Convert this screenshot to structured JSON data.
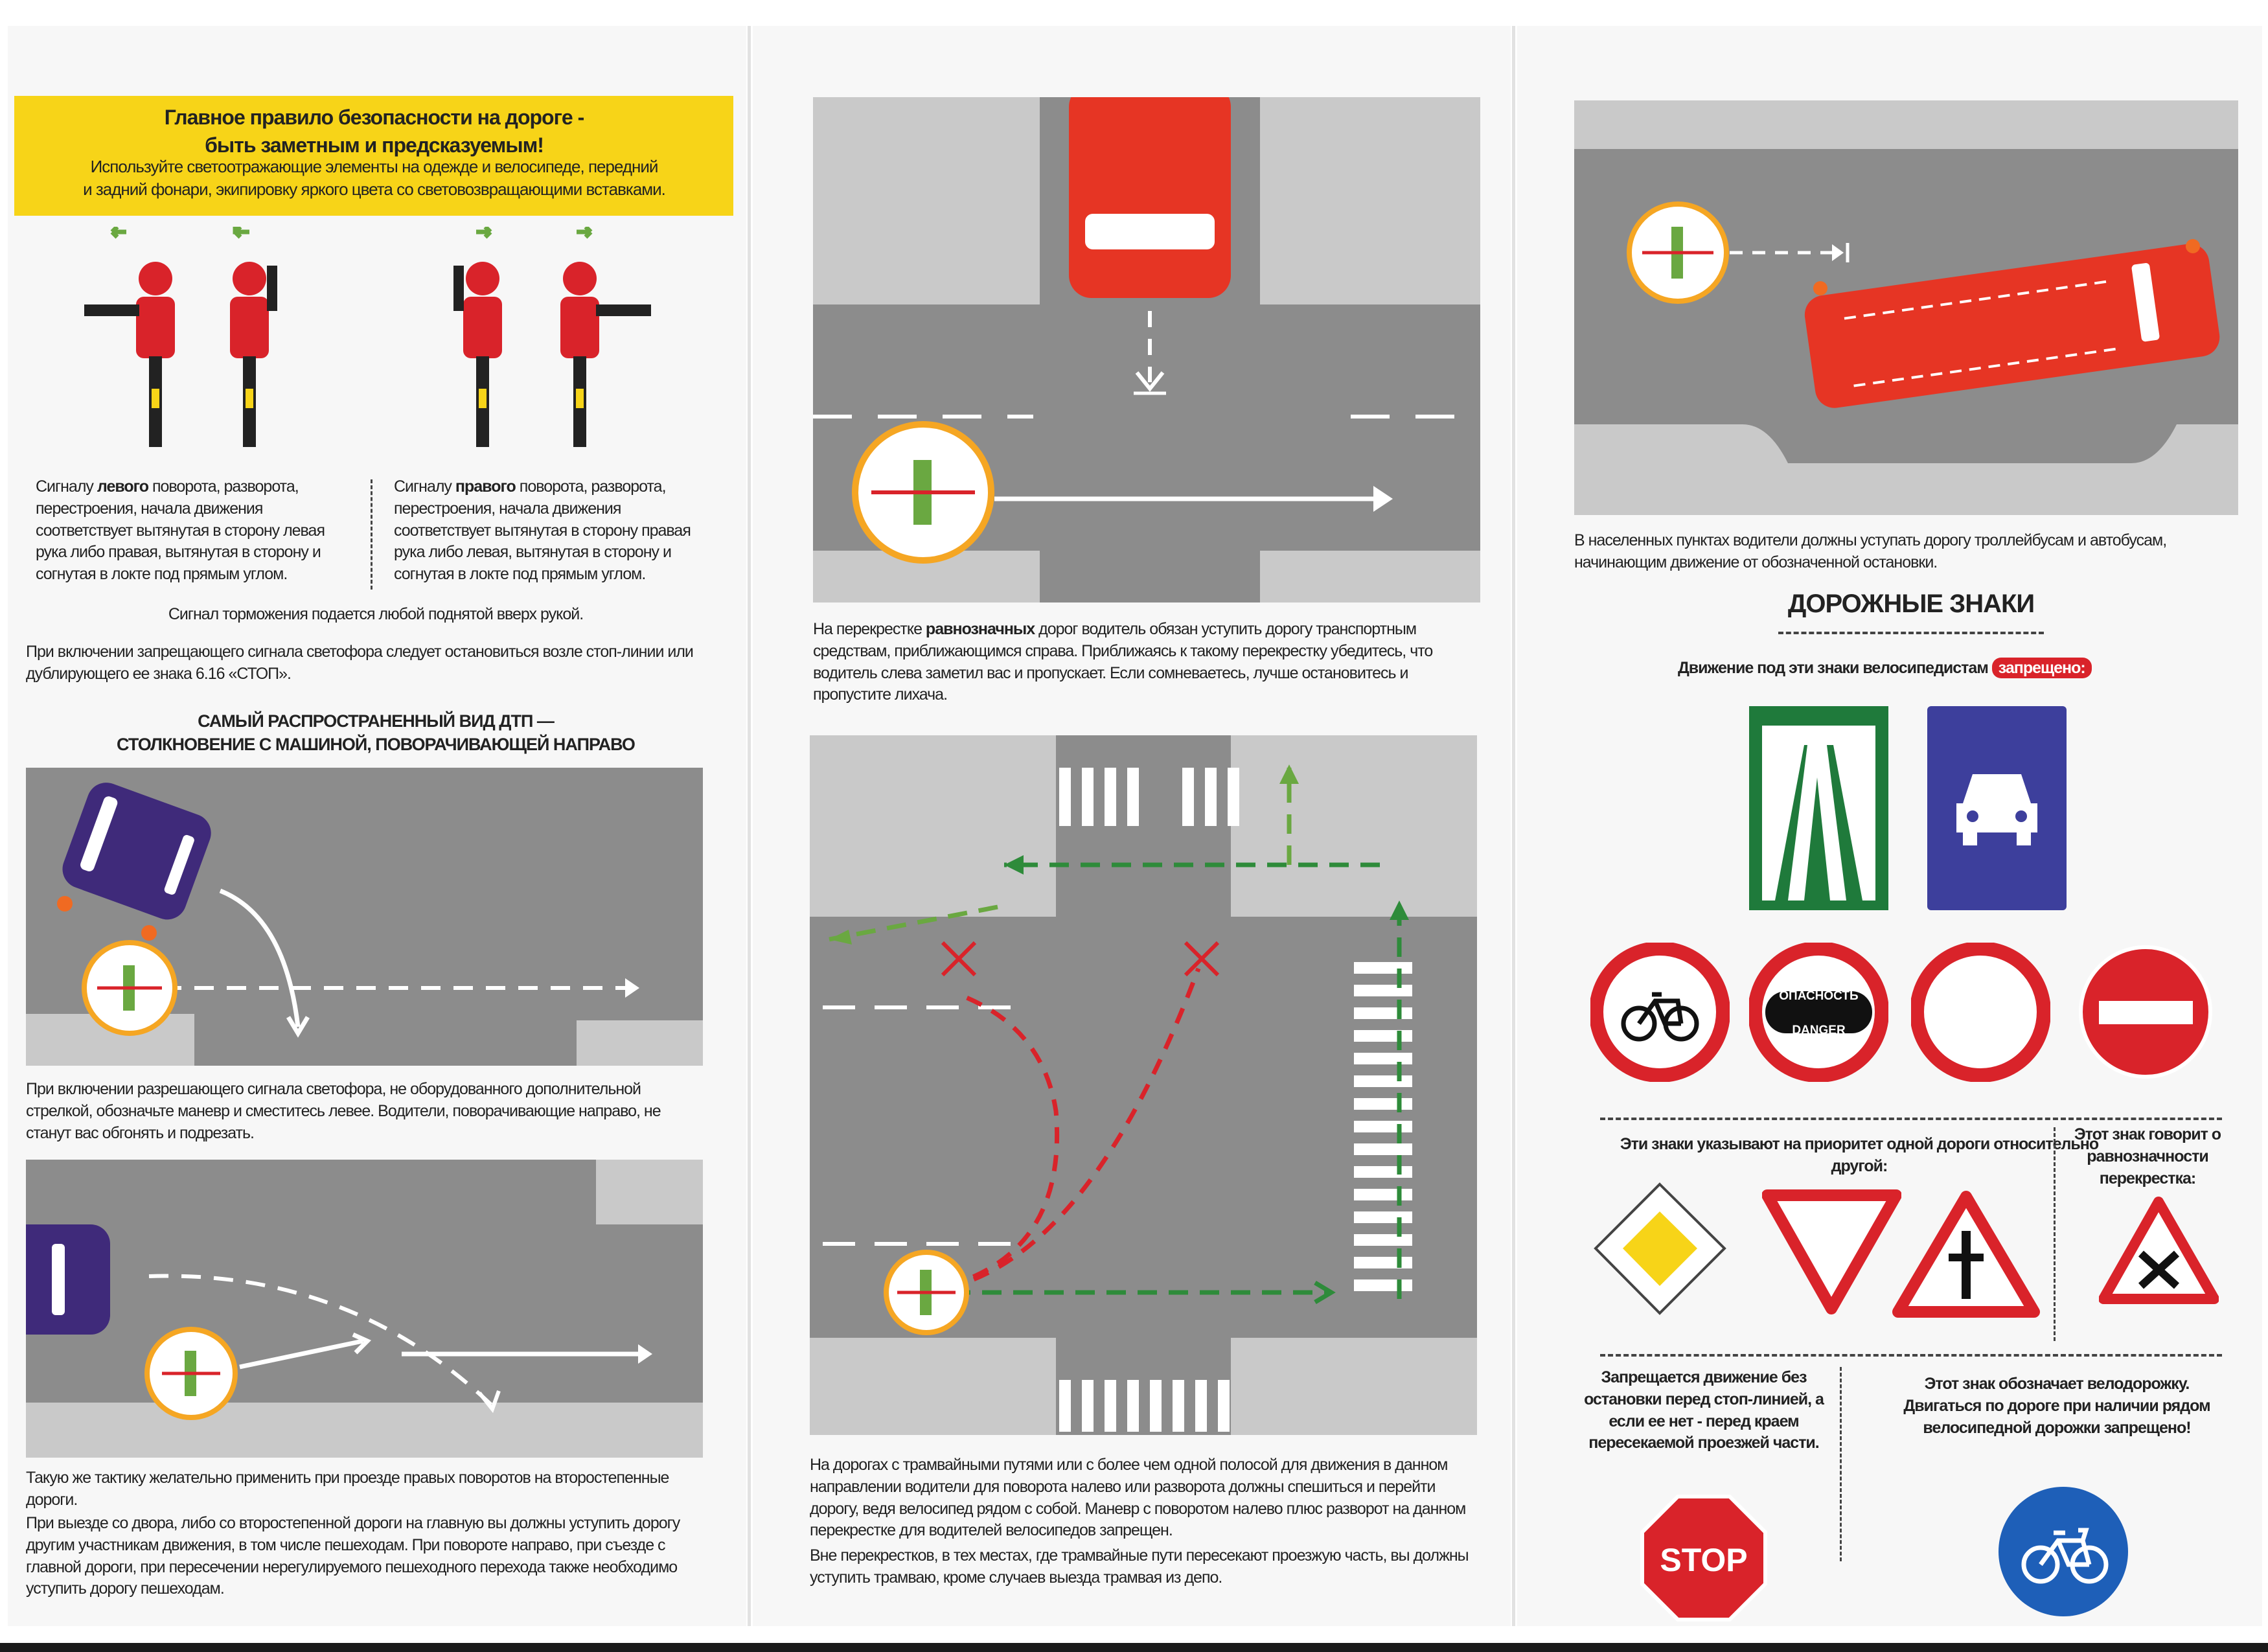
{
  "left": {
    "banner_title": "Главное правило безопасности на дороге -\nбыть заметным и предсказуемым!",
    "banner_text": "Используйте светоотражающие элементы на одежде и велосипеде, передний\nи задний фонари, экипировку яркого цвета со световозвращающими вставками.",
    "left_signal": {
      "pre": "Сигналу ",
      "bold": "левого",
      "post": " поворота, разворота, перестроения, начала движения соответствует вытянутая в сторону левая рука либо правая, вытянутая в сторону и согнутая в локте под прямым углом."
    },
    "right_signal": {
      "pre": "Сигналу ",
      "bold": "правого",
      "post": " поворота, разворота, перестроения, начала движения соответствует вытянутая в сторону правая рука либо левая, вытянутая в сторону и согнутая в локте под прямым углом."
    },
    "brake_signal": "Сигнал торможения подается любой поднятой вверх рукой.",
    "stop_rule": "При включении запрещающего сигнала светофора следует остановиться возле стоп-линии или дублирующего ее знака 6.16 «СТОП».",
    "dtp_heading": "САМЫЙ РАСПРОСТРАНЕННЫЙ ВИД ДТП —\nСТОЛКНОВЕНИЕ С МАШИНОЙ, ПОВОРАЧИВАЮЩЕЙ НАПРАВО",
    "green_rule": "При включении разрешающего сигнала светофора, не оборудованного дополнительной стрелкой, обозначьте маневр и сместитесь левее. Водители, поворачивающие направо, не станут вас обгонять и подрезать.",
    "tactic_1": "Такую же тактику желательно применить при проезде правых поворотов на второстепенные дороги.",
    "tactic_2": "При выезде со двора, либо со второстепенной дороги на главную вы должны уступить дорогу другим участникам движения, в том числе пешеходам. При повороте направо, при съезде с главной дороги, при пересечении нерегулируемого пешеходного перехода также необходимо уступить дорогу пешеходам."
  },
  "middle": {
    "equal_text": {
      "pre": "На перекрестке ",
      "bold": "равнозначных",
      "post": " дорог водитель обязан уступить дорогу транспортным средствам, приближающимся справа. Приближаясь к такому перекрестку убедитесь, что водитель слева заметил вас и пропускает. Если сомневаетесь, лучше остановитесь и пропустите лихача."
    },
    "tram_text_1": "На дорогах с трамвайными путями или с более чем одной полосой для движения в данном направлении водители для поворота налево или разворота должны спешиться и перейти дорогу, ведя велосипед рядом с собой. Маневр с поворотом налево плюс разворот на данном перекрестке для водителей велосипедов запрещен.",
    "tram_text_2": "Вне перекрестков, в тех местах, где трамвайные пути пересекают проезжую часть, вы должны уступить трамваю, кроме случаев выезда трамвая из депо."
  },
  "right": {
    "bus_text": "В населенных пунктах водители должны уступать дорогу троллейбусам и автобусам, начинающим движение от обозначенной остановки.",
    "signs_heading": "ДОРОЖНЫЕ ЗНАКИ",
    "prohibited_pre": "Движение под эти знаки велосипедистам",
    "prohibited_badge": "запрещено:",
    "danger_top": "ОПАСНОСТЬ",
    "danger_bottom": "DANGER",
    "priority_text": "Эти знаки указывают на приоритет одной дороги относительно другой:",
    "equal_sign_text": "Этот знак говорит о равнозначности перекрестка:",
    "stop_line_text": "Запрещается движение без остановки перед стоп-линией, а если ее нет - перед краем пересекаемой проезжей части.",
    "bike_path_text": "Этот знак обозначает велодорожку. Двигаться по дороге при наличии рядом велосипедной дорожки запрещено!",
    "stop_sign": "STOP"
  },
  "colors": {
    "yellow": "#f7d418",
    "red": "#d9232a",
    "green": "#2e8b3a",
    "blue": "#1e5fb8",
    "purple": "#3f2a7a",
    "asphalt": "#8c8c8c"
  }
}
